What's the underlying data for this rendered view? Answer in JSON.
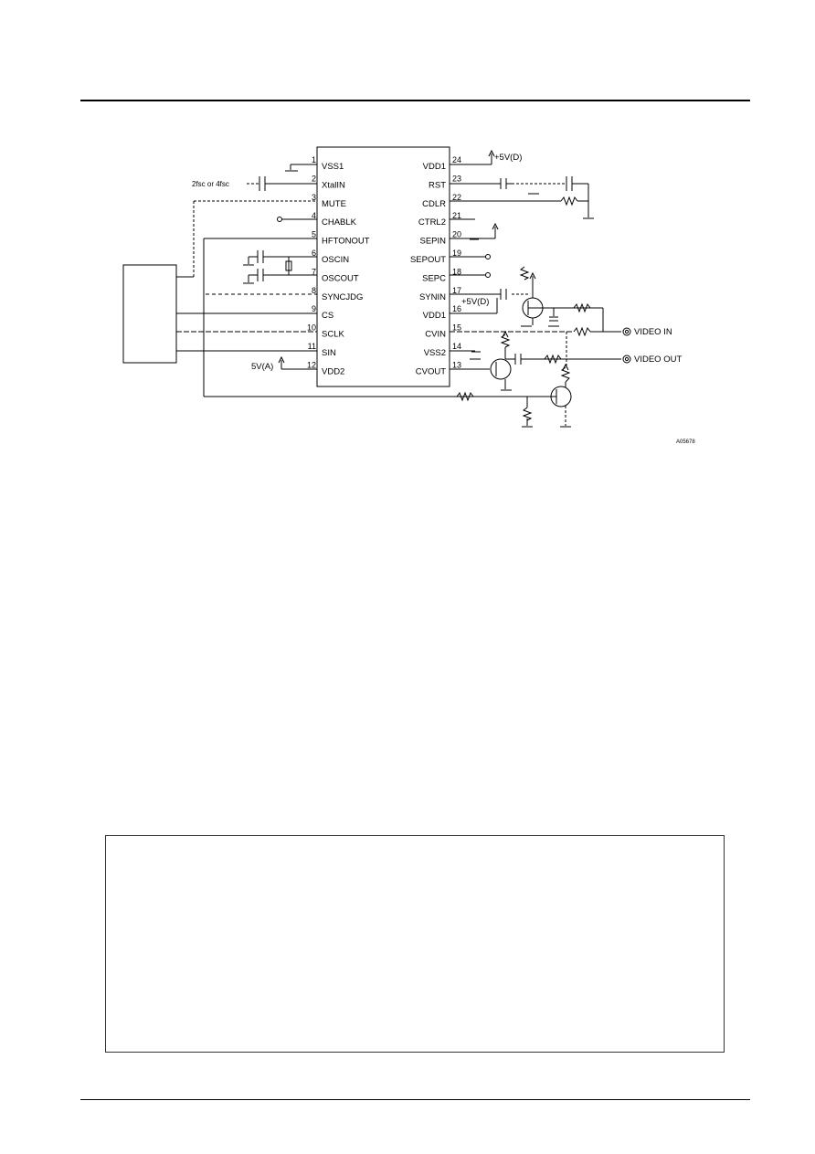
{
  "ic": {
    "left_pins": [
      {
        "num": "1",
        "label": "VSS1"
      },
      {
        "num": "2",
        "label": "XtalIN"
      },
      {
        "num": "3",
        "label": "MUTE"
      },
      {
        "num": "4",
        "label": "CHABLK"
      },
      {
        "num": "5",
        "label": "HFTONOUT"
      },
      {
        "num": "6",
        "label": "OSCIN"
      },
      {
        "num": "7",
        "label": "OSCOUT"
      },
      {
        "num": "8",
        "label": "SYNCJDG"
      },
      {
        "num": "9",
        "label": "CS"
      },
      {
        "num": "10",
        "label": "SCLK"
      },
      {
        "num": "11",
        "label": "SIN"
      },
      {
        "num": "12",
        "label": "VDD2"
      }
    ],
    "right_pins": [
      {
        "num": "24",
        "label": "VDD1"
      },
      {
        "num": "23",
        "label": "RST"
      },
      {
        "num": "22",
        "label": "CDLR"
      },
      {
        "num": "21",
        "label": "CTRL2"
      },
      {
        "num": "20",
        "label": "SEPIN"
      },
      {
        "num": "19",
        "label": "SEPOUT"
      },
      {
        "num": "18",
        "label": "SEPC"
      },
      {
        "num": "17",
        "label": "SYNIN"
      },
      {
        "num": "16",
        "label": "VDD1"
      },
      {
        "num": "15",
        "label": "CVIN"
      },
      {
        "num": "14",
        "label": "VSS2"
      },
      {
        "num": "13",
        "label": "CVOUT"
      }
    ]
  },
  "annotations": {
    "crystal": "2fsc or 4fsc",
    "supply_d_top": "+5V(D)",
    "supply_d_mid": "+5V(D)",
    "supply_a": "5V(A)",
    "video_in": "VIDEO IN",
    "video_out": "VIDEO OUT",
    "figure_code": "A05678"
  },
  "colors": {
    "line": "#000000"
  }
}
